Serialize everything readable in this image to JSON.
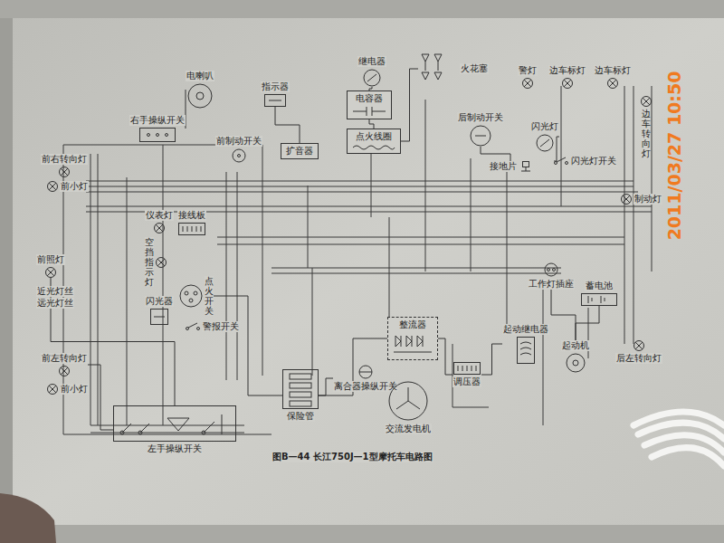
{
  "diagram": {
    "caption": "图B—44 长江750J—1型摩托车电路图",
    "nodes": [
      {
        "text": [
          "电喇叭"
        ]
      },
      {
        "text": [
          "右手操纵开关"
        ]
      },
      {
        "text": [
          "前右转向灯"
        ]
      },
      {
        "text": [
          "前小灯"
        ]
      },
      {
        "text": [
          "指示器"
        ]
      },
      {
        "text": [
          "前制动开关"
        ]
      },
      {
        "text": [
          "扩音器"
        ]
      },
      {
        "text": [
          "继电器"
        ]
      },
      {
        "text": [
          "电容器"
        ]
      },
      {
        "text": [
          "点火线圈"
        ]
      },
      {
        "text": [
          "火花塞"
        ]
      },
      {
        "text": [
          "后制动开关"
        ]
      },
      {
        "text": [
          "接地片"
        ]
      },
      {
        "text": [
          "警灯"
        ]
      },
      {
        "text": [
          "边车标灯"
        ]
      },
      {
        "text": [
          "边车标灯"
        ]
      },
      {
        "text": [
          "闪光灯"
        ]
      },
      {
        "text": [
          "闪光灯开关"
        ]
      },
      {
        "text": [
          "边车转向灯"
        ]
      },
      {
        "text": [
          "仪表灯"
        ]
      },
      {
        "text": [
          "接线板"
        ]
      },
      {
        "text": [
          "空挡指示灯"
        ]
      },
      {
        "text": [
          "前照灯"
        ]
      },
      {
        "text": [
          "闪光器"
        ]
      },
      {
        "text": [
          "点火开关"
        ]
      },
      {
        "text": [
          "警报开关"
        ]
      },
      {
        "text": [
          "前左转向灯"
        ]
      },
      {
        "text": [
          "前小灯"
        ]
      },
      {
        "text": [
          "左手操纵开关"
        ]
      },
      {
        "text": [
          "保险管"
        ]
      },
      {
        "text": [
          "离合器操纵开关"
        ]
      },
      {
        "text": [
          "整流器"
        ]
      },
      {
        "text": [
          "交流发电机"
        ]
      },
      {
        "text": [
          "调压器"
        ]
      },
      {
        "text": [
          "起动继电器"
        ]
      },
      {
        "text": [
          "起动机"
        ]
      },
      {
        "text": [
          "工作灯插座"
        ]
      },
      {
        "text": [
          "蓄电池"
        ]
      },
      {
        "text": [
          "后左转向灯"
        ]
      },
      {
        "text": [
          "制动灯"
        ]
      }
    ],
    "edges": [
      {
        "from": 1,
        "to": 0,
        "arrow": "none"
      },
      {
        "from": 9,
        "to": 8,
        "arrow": "none"
      },
      {
        "from": 8,
        "to": 7,
        "arrow": "none"
      },
      {
        "from": 9,
        "to": 10,
        "arrow": "none"
      },
      {
        "from": 11,
        "to": 12,
        "arrow": "none"
      },
      {
        "from": 16,
        "to": 17,
        "arrow": "none"
      },
      {
        "from": 29,
        "to": 24,
        "arrow": "none"
      },
      {
        "from": 31,
        "to": 33,
        "arrow": "none"
      },
      {
        "from": 31,
        "to": 29,
        "arrow": "none"
      },
      {
        "from": 33,
        "to": 34,
        "arrow": "none"
      },
      {
        "from": 35,
        "to": 36,
        "arrow": "none"
      },
      {
        "from": 35,
        "to": 37,
        "arrow": "none"
      },
      {
        "from": 28,
        "to": 26,
        "arrow": "none"
      },
      {
        "from": 22,
        "to": 28,
        "arrow": "none"
      },
      {
        "from": 6,
        "to": 4,
        "arrow": "none"
      },
      {
        "from": 30,
        "to": 29,
        "arrow": "none"
      }
    ],
    "labels": [
      "近光灯丝",
      "远光灯丝",
      "2011/03/27 10:50"
    ]
  }
}
